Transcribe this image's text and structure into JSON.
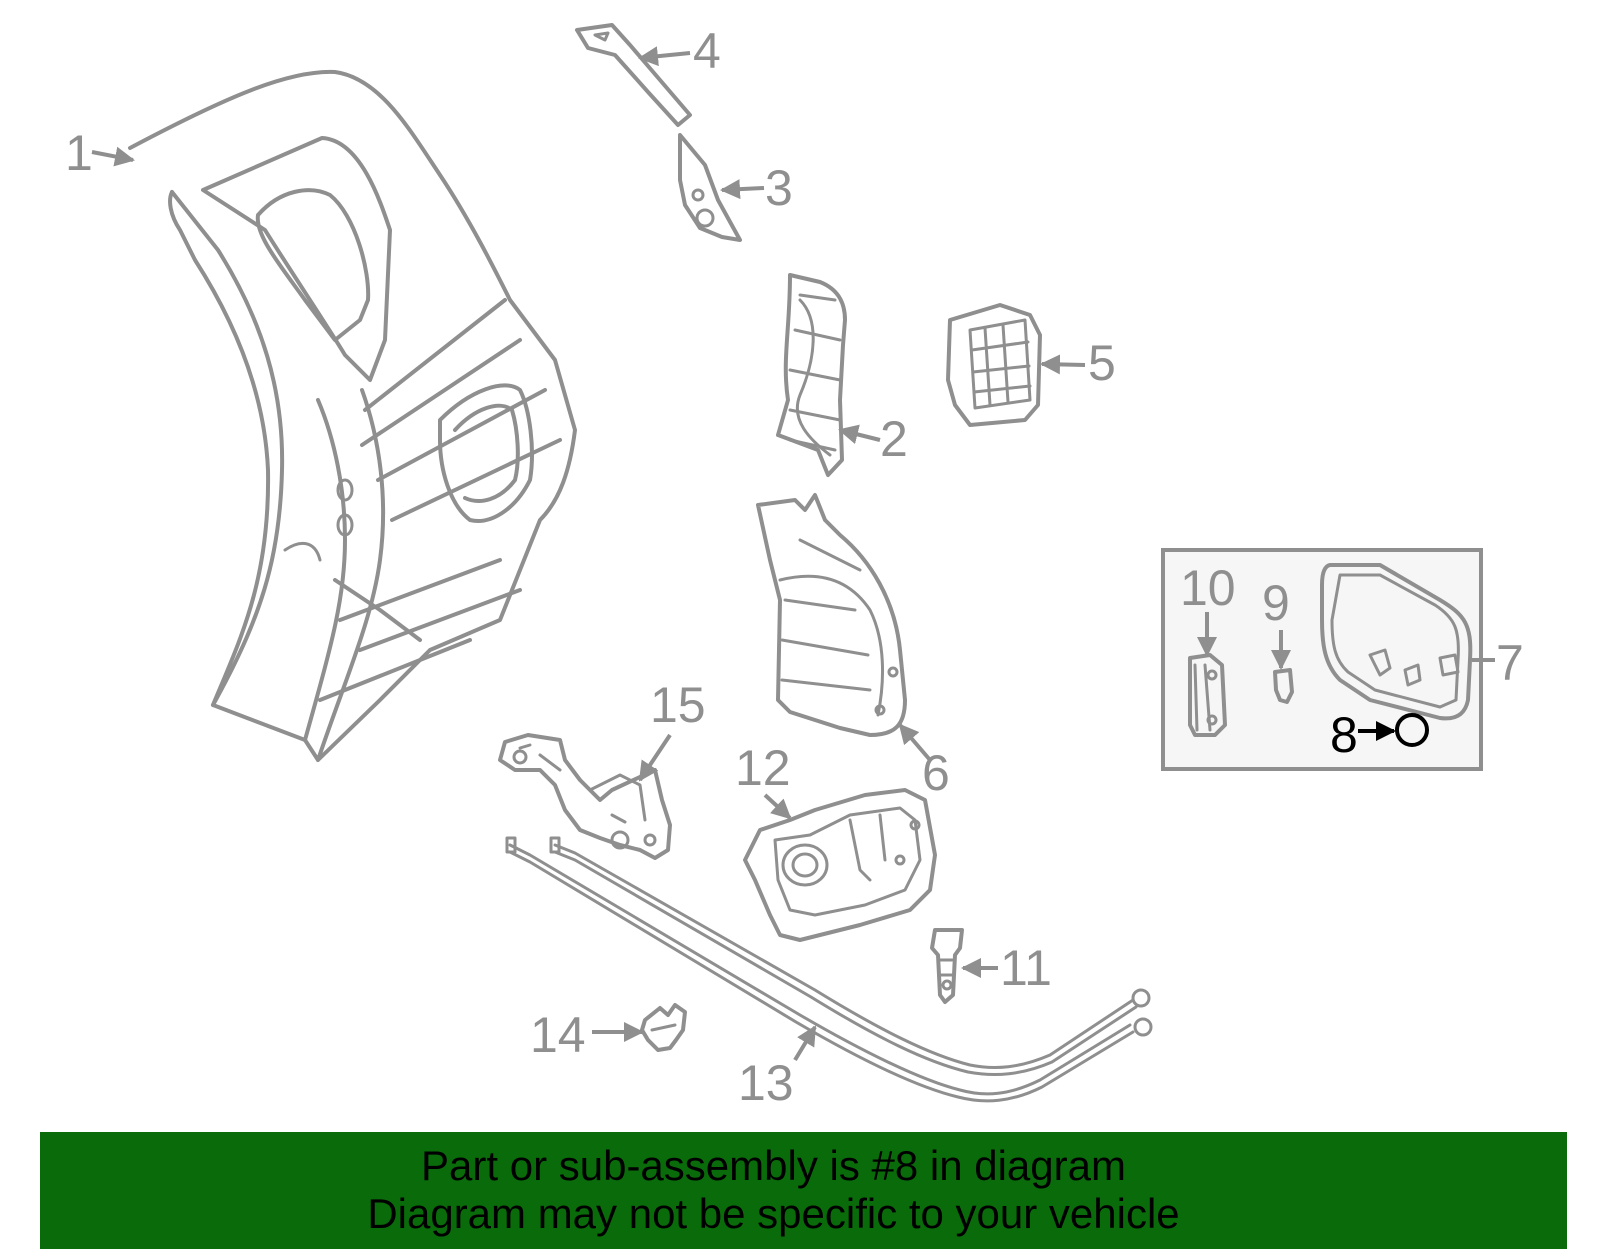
{
  "labels": {
    "p1": "1",
    "p2": "2",
    "p3": "3",
    "p4": "4",
    "p5": "5",
    "p6": "6",
    "p7": "7",
    "p8": "8",
    "p9": "9",
    "p10": "10",
    "p11": "11",
    "p12": "12",
    "p13": "13",
    "p14": "14",
    "p15": "15"
  },
  "highlight_part": "8",
  "banner": {
    "line1": "Part or sub-assembly is #8 in diagram",
    "line2": "Diagram may not be specific to your vehicle"
  },
  "colors": {
    "line": "#8f8f8f",
    "highlight": "#000000",
    "banner_bg": "#0a6b0a",
    "inset_bg": "#f6f6f6"
  }
}
